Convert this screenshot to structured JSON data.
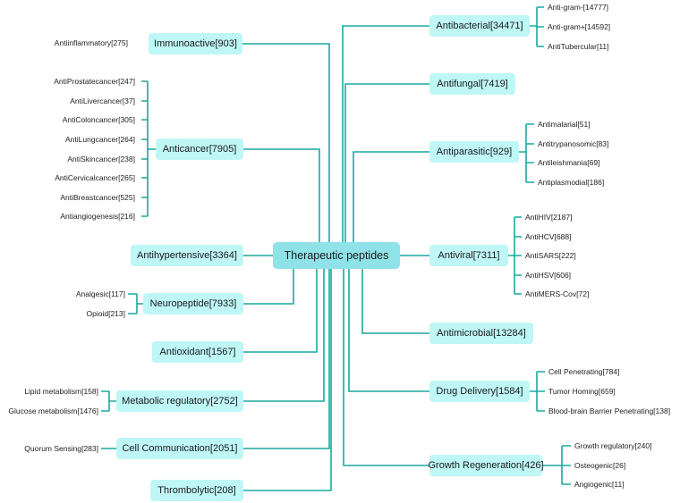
{
  "center": "Therapeutic peptides",
  "categories": {
    "immunoactive": "Immunoactive[903]",
    "anticancer": "Anticancer[7905]",
    "antihypertensive": "Antihypertensive[3364]",
    "neuropeptide": "Neuropeptide[7933]",
    "antioxidant": "Antioxidant[1567]",
    "metabolic": "Metabolic regulatory[2752]",
    "cellcomm": "Cell Communication[2051]",
    "thrombolytic": "Thrombolytic[208]",
    "antibacterial": "Antibacterial[34471]",
    "antifungal": "Antifungal[7419]",
    "antiparasitic": "Antiparasitic[929]",
    "antiviral": "Antiviral[7311]",
    "antimicrobial": "Antimicrobial[13284]",
    "drugdelivery": "Drug Delivery[1584]",
    "growth": "Growth Regeneration[426]"
  },
  "leaves": {
    "immunoactive": [
      "Antiinflammatory[275]"
    ],
    "anticancer": [
      "AntiProstatecancer[247]",
      "AntiLivercancer[37]",
      "AntiColoncancer[305]",
      "AntiLungcancer[264]",
      "AntiSkincancer[238]",
      "AntiCervicalcancer[265]",
      "AntiBreastcancer[525]",
      "Antiangiogenesis[216]"
    ],
    "neuropeptide": [
      "Analgesic[117]",
      "Opioid[213]"
    ],
    "metabolic": [
      "Lipid metabolism[158]",
      "Glucose metabolism[1476]"
    ],
    "cellcomm": [
      "Quorum Sensing[283]"
    ],
    "antibacterial": [
      "Anti-gram-[14777]",
      "Anti-gram+[14592]",
      "AntiTubercular[11]"
    ],
    "antiparasitic": [
      "Antimalarial[51]",
      "Antitrypanosomic[83]",
      "Antileishmania[69]",
      "Antiplasmodial[186]"
    ],
    "antiviral": [
      "AntiHIV[2187]",
      "AntiHCV[688]",
      "AntiSARS[222]",
      "AntiHSV[606]",
      "AntiMERS-Cov[72]"
    ],
    "drugdelivery": [
      "Cell Penetrating[784]",
      "Tumor Homing[659]",
      "Blood-brain Barrier Penetrating[138]"
    ],
    "growth": [
      "Growth regulatory[240]",
      "Osteogenic[26]",
      "Angiogenic[11]"
    ]
  },
  "colors": {
    "line": "#1aa9a0",
    "box": "#bff6f6",
    "center_box": "#8fe2e8"
  }
}
